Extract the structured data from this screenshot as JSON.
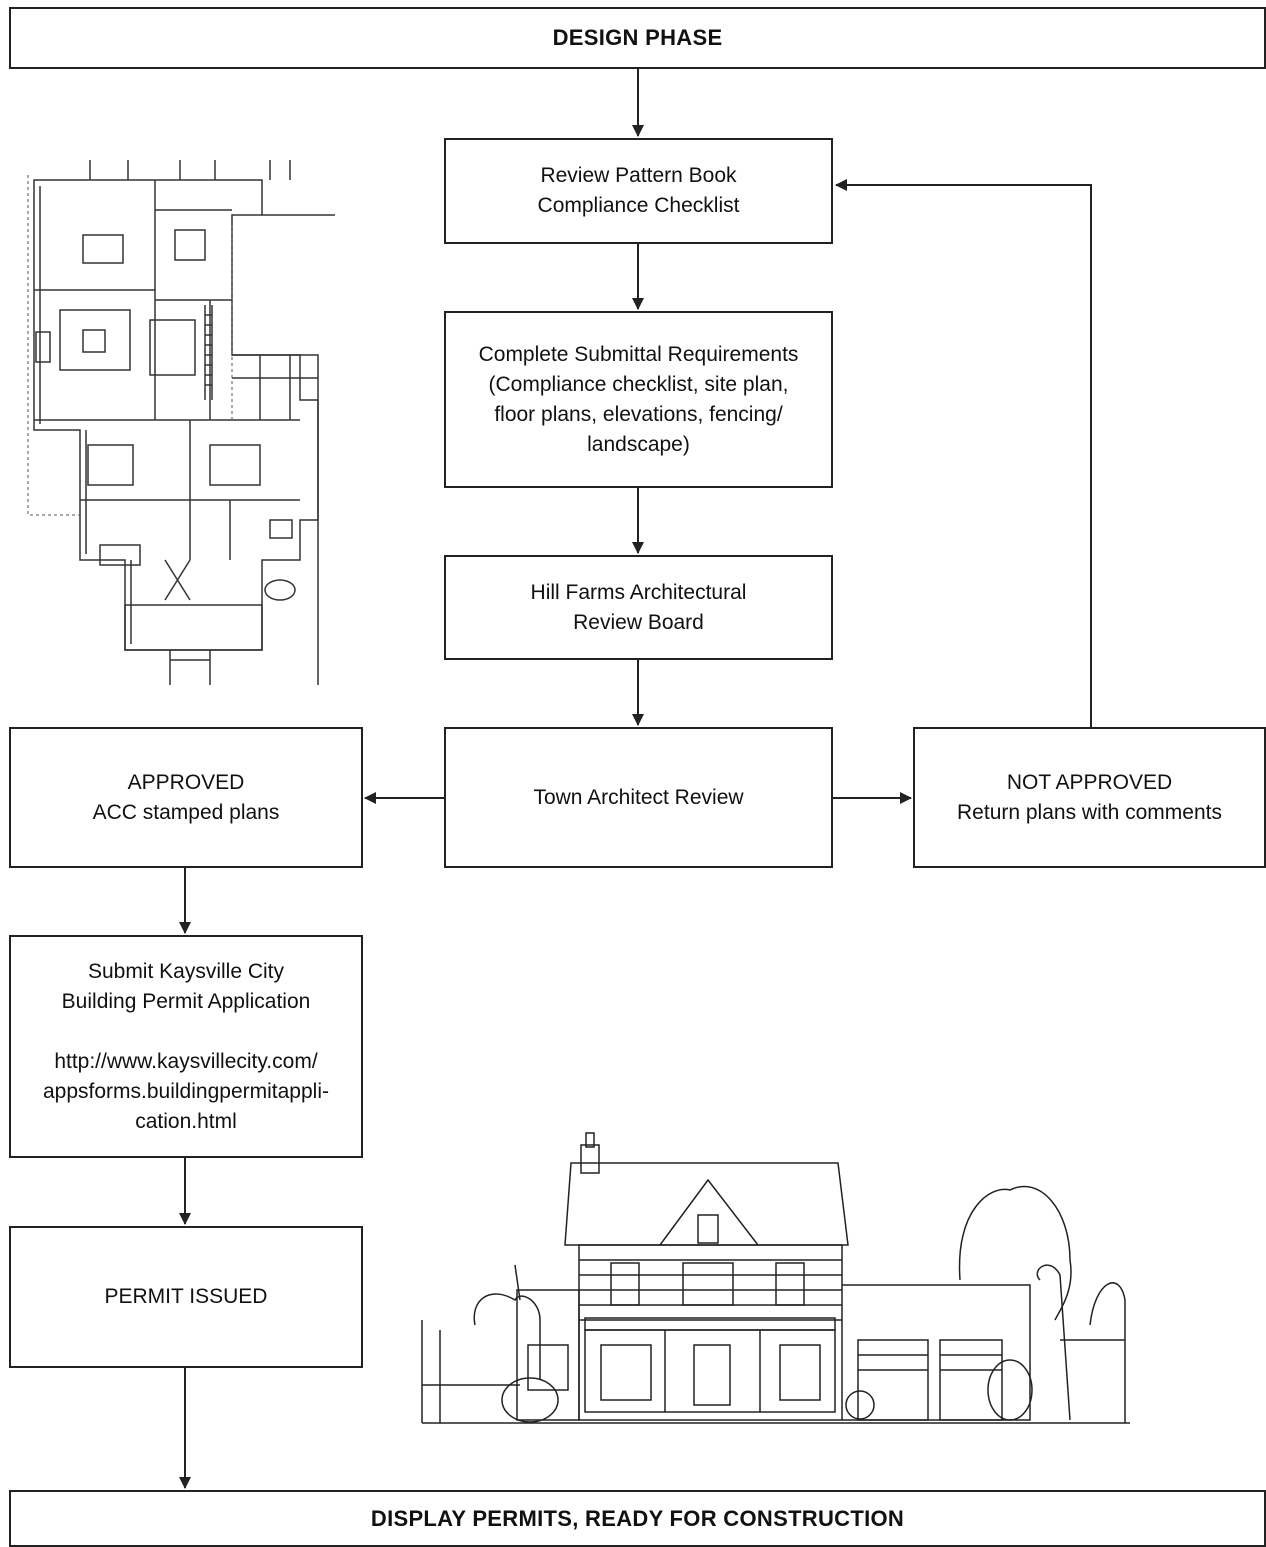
{
  "header": {
    "label": "DESIGN PHASE"
  },
  "footer": {
    "label": "DISPLAY PERMITS, READY FOR CONSTRUCTION"
  },
  "steps": {
    "review_pattern_book": [
      "Review Pattern Book",
      "Compliance Checklist"
    ],
    "submittal_requirements": [
      "Complete Submittal Requirements",
      "(Compliance checklist, site plan,",
      "floor plans, elevations, fencing/",
      "landscape)"
    ],
    "review_board": [
      "Hill Farms Architectural",
      "Review Board"
    ],
    "town_architect": [
      "Town Architect Review"
    ],
    "approved": [
      "APPROVED",
      "ACC stamped plans"
    ],
    "not_approved": [
      "NOT APPROVED",
      "Return plans with comments"
    ],
    "building_permit": {
      "lines": [
        "Submit Kaysville City",
        "Building Permit Application"
      ],
      "url_lines": [
        "http://www.kaysvillecity.com/",
        "appsforms.buildingpermitappli-",
        "cation.html"
      ]
    },
    "permit_issued": [
      "PERMIT ISSUED"
    ]
  },
  "illustrations": {
    "floor_plan": "floor-plan-sketch",
    "house": "house-elevation-sketch"
  },
  "colors": {
    "stroke": "#222222",
    "background": "#ffffff"
  }
}
